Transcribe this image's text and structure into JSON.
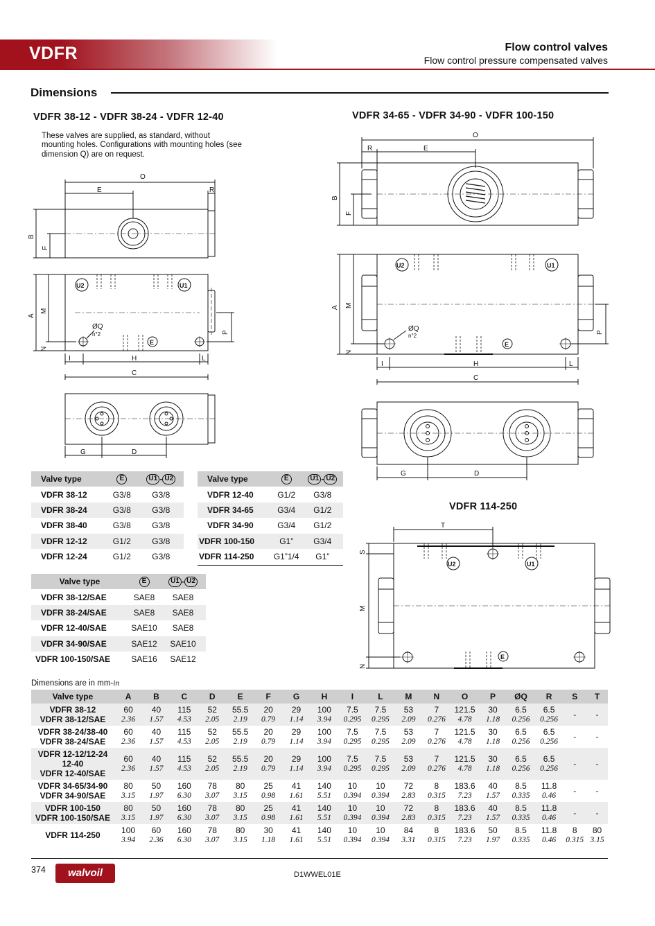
{
  "header": {
    "code": "VDFR",
    "title": "Flow control valves",
    "subtitle": "Flow control pressure compensated valves"
  },
  "section_title": "Dimensions",
  "left_title": "VDFR 38-12 - VDFR 38-24 - VDFR 12-40",
  "right_title": "VDFR 34-65  -  VDFR 34-90 - VDFR 100-150",
  "third_title": "VDFR 114-250",
  "note": "These valves are supplied, as standard, without mounting holes. Configurations with mounting holes (see dimension Q) are on request.",
  "drawing_labels": {
    "O": "O",
    "E": "E",
    "R": "R",
    "B": "B",
    "F": "F",
    "A": "A",
    "M": "M",
    "N": "N",
    "P": "P",
    "I": "I",
    "H": "H",
    "L": "L",
    "C": "C",
    "G": "G",
    "D": "D",
    "T": "T",
    "S": "S",
    "U1": "U1",
    "U2": "U2",
    "PE": "E",
    "Q": "ØQ",
    "n2": "n°2"
  },
  "table1": {
    "headers": [
      "Valve type",
      "E",
      "U1",
      "U2"
    ],
    "rows": [
      [
        "VDFR 38-12",
        "G3/8",
        "G3/8"
      ],
      [
        "VDFR 38-24",
        "G3/8",
        "G3/8"
      ],
      [
        "VDFR 38-40",
        "G3/8",
        "G3/8"
      ],
      [
        "VDFR 12-12",
        "G1/2",
        "G3/8"
      ],
      [
        "VDFR 12-24",
        "G1/2",
        "G3/8"
      ]
    ]
  },
  "table2": {
    "headers": [
      "Valve type",
      "E",
      "U1",
      "U2"
    ],
    "rows": [
      [
        "VDFR 12-40",
        "G1/2",
        "G3/8"
      ],
      [
        "VDFR 34-65",
        "G3/4",
        "G1/2"
      ],
      [
        "VDFR 34-90",
        "G3/4",
        "G1/2"
      ],
      [
        "VDFR 100-150",
        "G1”",
        "G3/4"
      ],
      [
        "VDFR 114-250",
        "G1”1/4",
        "G1”"
      ]
    ]
  },
  "table3": {
    "headers": [
      "Valve type",
      "E",
      "U1",
      "U2"
    ],
    "rows": [
      [
        "VDFR 38-12/SAE",
        "SAE8",
        "SAE8"
      ],
      [
        "VDFR 38-24/SAE",
        "SAE8",
        "SAE8"
      ],
      [
        "VDFR 12-40/SAE",
        "SAE10",
        "SAE8"
      ],
      [
        "VDFR 34-90/SAE",
        "SAE12",
        "SAE10"
      ],
      [
        "VDFR 100-150/SAE",
        "SAE16",
        "SAE12"
      ]
    ]
  },
  "units_text": "Dimensions are in mm-",
  "units_italic": "in",
  "dim_table": {
    "headers": [
      "Valve type",
      "A",
      "B",
      "C",
      "D",
      "E",
      "F",
      "G",
      "H",
      "I",
      "L",
      "M",
      "N",
      "O",
      "P",
      "ØQ",
      "R",
      "S",
      "T"
    ],
    "rows": [
      {
        "types": [
          "VDFR 38-12",
          "VDFR 38-12/SAE"
        ],
        "mm": [
          "60",
          "40",
          "115",
          "52",
          "55.5",
          "20",
          "29",
          "100",
          "7.5",
          "7.5",
          "53",
          "7",
          "121.5",
          "30",
          "6.5",
          "6.5",
          "-",
          "-"
        ],
        "in": [
          "2.36",
          "1.57",
          "4.53",
          "2.05",
          "2.19",
          "0.79",
          "1.14",
          "3.94",
          "0.295",
          "0.295",
          "2.09",
          "0.276",
          "4.78",
          "1.18",
          "0.256",
          "0.256",
          "",
          ""
        ]
      },
      {
        "types": [
          "VDFR 38-24/38-40",
          "VDFR 38-24/SAE"
        ],
        "mm": [
          "60",
          "40",
          "115",
          "52",
          "55.5",
          "20",
          "29",
          "100",
          "7.5",
          "7.5",
          "53",
          "7",
          "121.5",
          "30",
          "6.5",
          "6.5",
          "-",
          "-"
        ],
        "in": [
          "2.36",
          "1.57",
          "4.53",
          "2.05",
          "2.19",
          "0.79",
          "1.14",
          "3.94",
          "0.295",
          "0.295",
          "2.09",
          "0.276",
          "4.78",
          "1.18",
          "0.256",
          "0.256",
          "",
          ""
        ]
      },
      {
        "types": [
          "VDFR 12-12/12-24",
          "12-40",
          "VDFR 12-40/SAE"
        ],
        "mm": [
          "60",
          "40",
          "115",
          "52",
          "55.5",
          "20",
          "29",
          "100",
          "7.5",
          "7.5",
          "53",
          "7",
          "121.5",
          "30",
          "6.5",
          "6.5",
          "-",
          "-"
        ],
        "in": [
          "2.36",
          "1.57",
          "4.53",
          "2.05",
          "2.19",
          "0.79",
          "1.14",
          "3.94",
          "0.295",
          "0.295",
          "2.09",
          "0.276",
          "4.78",
          "1.18",
          "0.256",
          "0.256",
          "",
          ""
        ]
      },
      {
        "types": [
          "VDFR 34-65/34-90",
          "VDFR 34-90/SAE"
        ],
        "mm": [
          "80",
          "50",
          "160",
          "78",
          "80",
          "25",
          "41",
          "140",
          "10",
          "10",
          "72",
          "8",
          "183.6",
          "40",
          "8.5",
          "11.8",
          "-",
          "-"
        ],
        "in": [
          "3.15",
          "1.97",
          "6.30",
          "3.07",
          "3.15",
          "0.98",
          "1.61",
          "5.51",
          "0.394",
          "0.394",
          "2.83",
          "0.315",
          "7.23",
          "1.57",
          "0.335",
          "0.46",
          "",
          ""
        ]
      },
      {
        "types": [
          "VDFR 100-150",
          "VDFR 100-150/SAE"
        ],
        "mm": [
          "80",
          "50",
          "160",
          "78",
          "80",
          "25",
          "41",
          "140",
          "10",
          "10",
          "72",
          "8",
          "183.6",
          "40",
          "8.5",
          "11.8",
          "-",
          "-"
        ],
        "in": [
          "3.15",
          "1.97",
          "6.30",
          "3.07",
          "3.15",
          "0.98",
          "1.61",
          "5.51",
          "0.394",
          "0.394",
          "2.83",
          "0.315",
          "7.23",
          "1.57",
          "0.335",
          "0.46",
          "",
          ""
        ]
      },
      {
        "types": [
          "VDFR 114-250"
        ],
        "mm": [
          "100",
          "60",
          "160",
          "78",
          "80",
          "30",
          "41",
          "140",
          "10",
          "10",
          "84",
          "8",
          "183.6",
          "50",
          "8.5",
          "11.8",
          "8",
          "80"
        ],
        "in": [
          "3.94",
          "2.36",
          "6.30",
          "3.07",
          "3.15",
          "1.18",
          "1.61",
          "5.51",
          "0.394",
          "0.394",
          "3.31",
          "0.315",
          "7.23",
          "1.97",
          "0.335",
          "0.46",
          "0.315",
          "3.15"
        ]
      }
    ]
  },
  "footer": {
    "page": "374",
    "logo": "walvoil",
    "doc_code": "D1WWEL01E"
  }
}
